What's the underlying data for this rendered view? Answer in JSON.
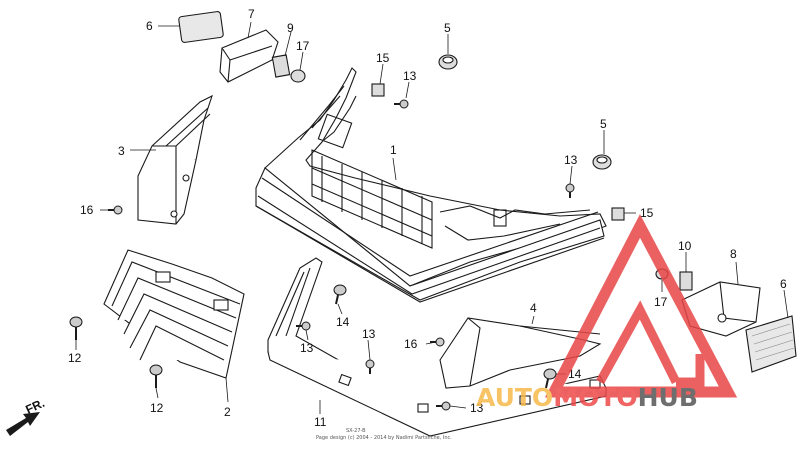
{
  "diagram": {
    "callouts": [
      {
        "id": "c6a",
        "text": "6"
      },
      {
        "id": "c7",
        "text": "7"
      },
      {
        "id": "c9",
        "text": "9"
      },
      {
        "id": "c17a",
        "text": "17"
      },
      {
        "id": "c5a",
        "text": "5"
      },
      {
        "id": "c15a",
        "text": "15"
      },
      {
        "id": "c13a",
        "text": "13"
      },
      {
        "id": "c3",
        "text": "3"
      },
      {
        "id": "c1",
        "text": "1"
      },
      {
        "id": "c5b",
        "text": "5"
      },
      {
        "id": "c13b",
        "text": "13"
      },
      {
        "id": "c16a",
        "text": "16"
      },
      {
        "id": "c15b",
        "text": "15"
      },
      {
        "id": "c10",
        "text": "10"
      },
      {
        "id": "c8",
        "text": "8"
      },
      {
        "id": "c6b",
        "text": "6"
      },
      {
        "id": "c17b",
        "text": "17"
      },
      {
        "id": "c4",
        "text": "4"
      },
      {
        "id": "c14a",
        "text": "14"
      },
      {
        "id": "c13c",
        "text": "13"
      },
      {
        "id": "c13d",
        "text": "13"
      },
      {
        "id": "c12a",
        "text": "12"
      },
      {
        "id": "c12b",
        "text": "12"
      },
      {
        "id": "c16b",
        "text": "16"
      },
      {
        "id": "c14b",
        "text": "14"
      },
      {
        "id": "c13e",
        "text": "13"
      },
      {
        "id": "c2",
        "text": "2"
      },
      {
        "id": "c11",
        "text": "11"
      }
    ],
    "direction_label": "FR.",
    "diagram_code": "SX-27-B",
    "footer_text": "Page design (c) 2004 - 2014 by Nadimi Partsfiche, Inc."
  },
  "watermark": {
    "part1": "AUTO",
    "part2": "MOTO",
    "part3": "HUB",
    "color_orange": "#f6b94a",
    "color_red": "#ee4a4a",
    "color_gray": "#555555"
  },
  "colors": {
    "line": "#1a1a1a",
    "logo_red": "#e84545"
  }
}
